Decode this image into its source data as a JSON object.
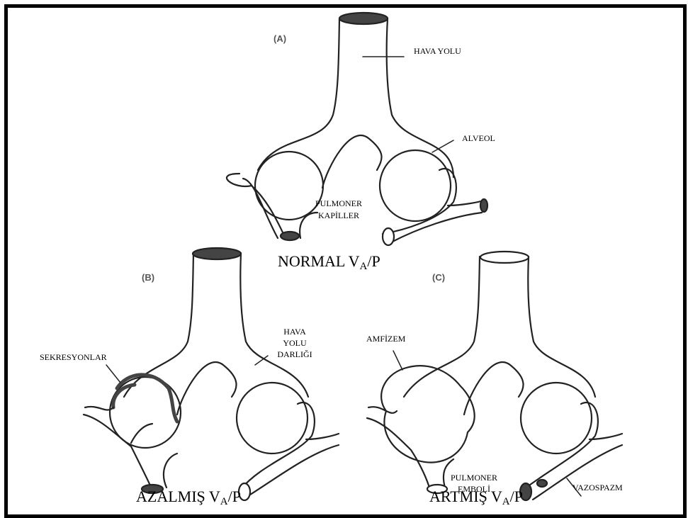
{
  "panels": {
    "a": {
      "letter": "(A)",
      "airway_label": "HAVA YOLU",
      "alveolus_label": "ALVEOL",
      "capillary_label_line1": "PULMONER",
      "capillary_label_line2": "KAPİLLER",
      "caption_main": "NORMAL V",
      "caption_sub": "A",
      "caption_tail": "/P"
    },
    "b": {
      "letter": "(B)",
      "secretions_label": "SEKRESYONLAR",
      "narrowing_line1": "HAVA",
      "narrowing_line2": "YOLU",
      "narrowing_line3": "DARLIĞI",
      "caption_main": "AZALMIŞ V",
      "caption_sub": "A",
      "caption_tail": "/P"
    },
    "c": {
      "letter": "(C)",
      "emphysema_label": "AMFİZEM",
      "embolism_line1": "PULMONER",
      "embolism_line2": "EMBOLİ",
      "vasospasm_label": "VAZOSPAZM",
      "caption_main": "ARTMIŞ V",
      "caption_sub": "A",
      "caption_tail": "/P"
    }
  },
  "colors": {
    "border": "#000000",
    "ink": "#222222",
    "shade": "#444444"
  }
}
